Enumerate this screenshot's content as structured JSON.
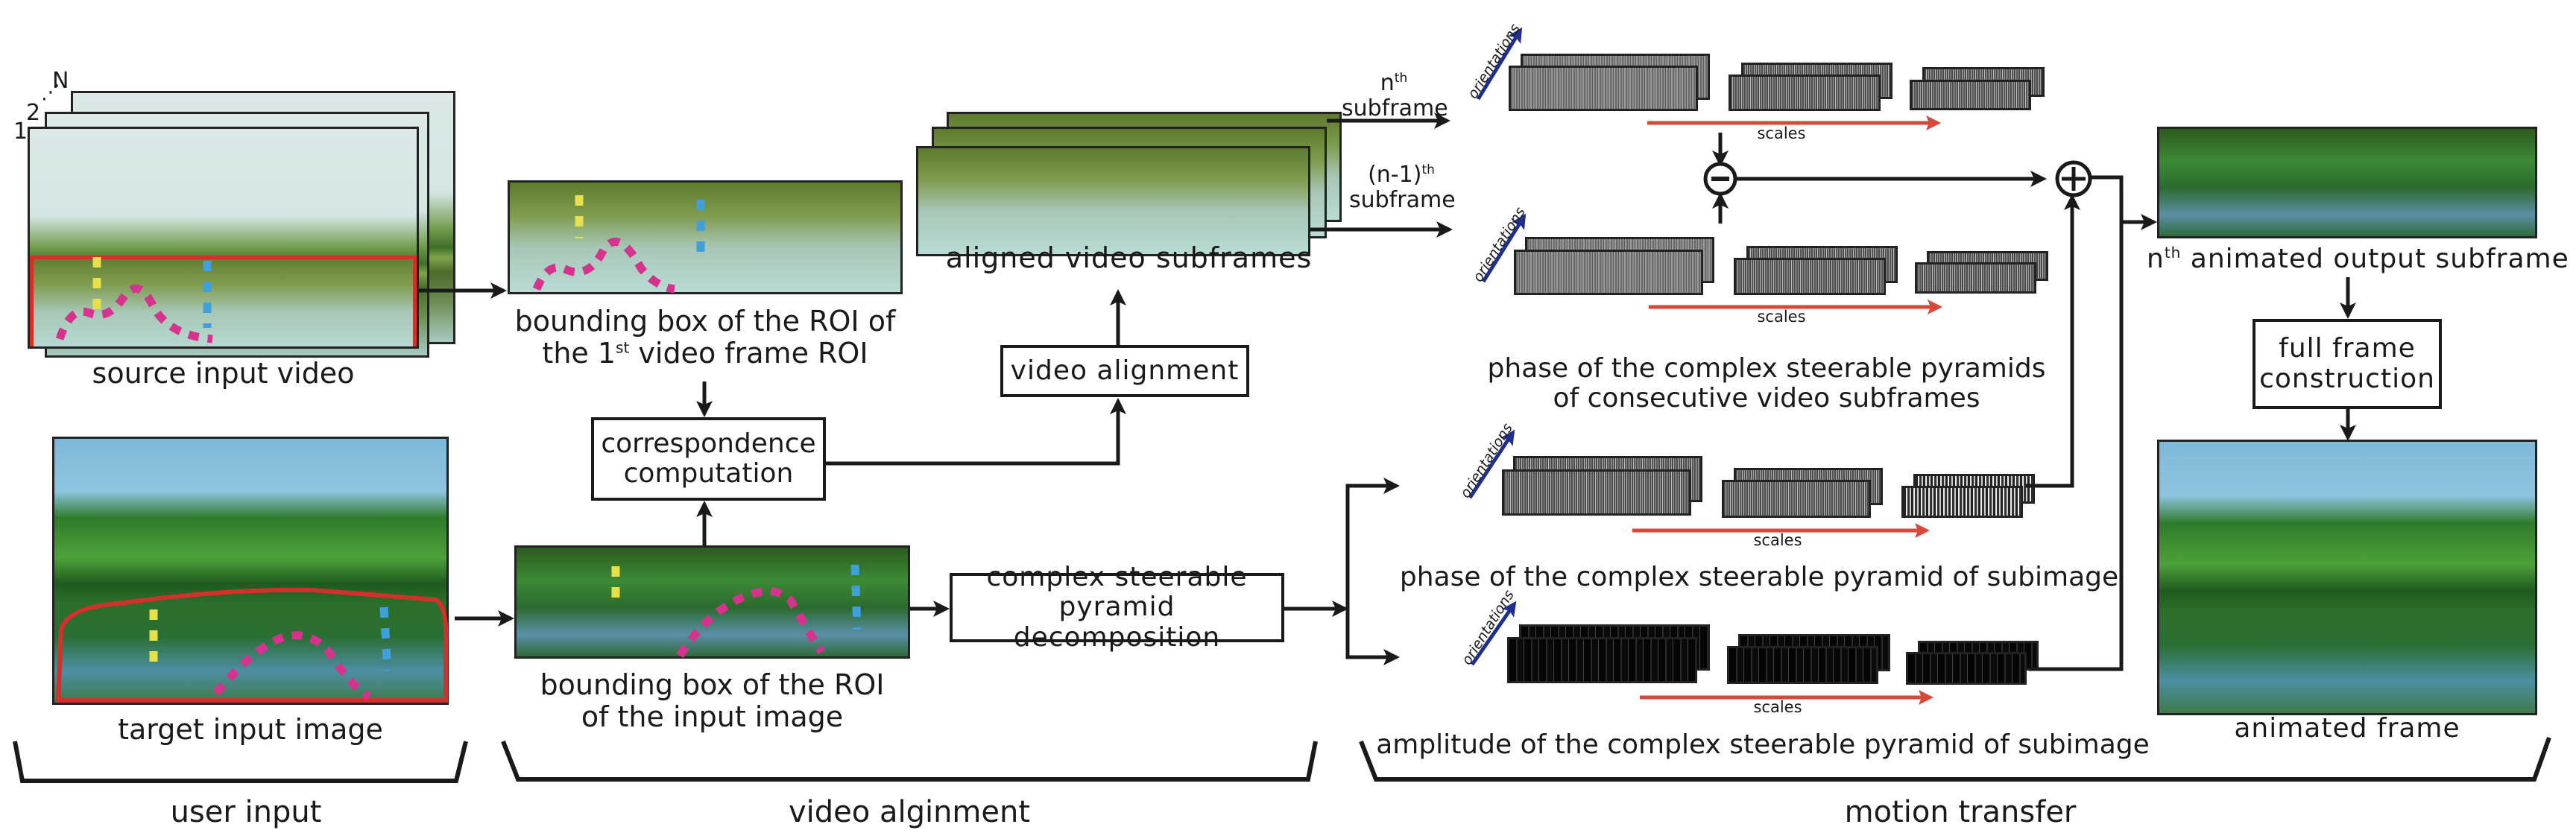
{
  "source_video": {
    "frame_labels": [
      "1",
      "2",
      "N"
    ],
    "caption": "source input video"
  },
  "roi_video": {
    "caption_line1": "bounding box of the ROI of",
    "caption_line2_pre": "the 1",
    "caption_line2_sup": "st",
    "caption_line2_post": " video frame ROI"
  },
  "target_image": {
    "caption": "target input image"
  },
  "roi_image": {
    "caption_line1": "bounding box of the ROI",
    "caption_line2": "of the input image"
  },
  "boxes": {
    "correspondence_line1": "correspondence",
    "correspondence_line2": "computation",
    "video_alignment": "video alignment",
    "csp_line1": "complex steerable",
    "csp_line2": "pyramid decomposition",
    "full_frame_line1": "full frame",
    "full_frame_line2": "construction"
  },
  "aligned": {
    "caption": "aligned video subframes",
    "nth_sup_base": "n",
    "nth_sup": "th",
    "nth_word": "subframe",
    "n1_base": "(n-1)",
    "n1_sup": "th",
    "n1_word": "subframe"
  },
  "pyramids": {
    "orientations_label": "orientations",
    "scales_label": "scales",
    "consecutive_caption_line1": "phase of the complex steerable pyramids",
    "consecutive_caption_line2": "of consecutive video subframes",
    "phase_sub_caption": "phase of the complex steerable pyramid of subimage",
    "amp_sub_caption": "amplitude of the complex steerable pyramid of subimage",
    "minus_symbol": "−",
    "plus_symbol": "+"
  },
  "output": {
    "nth_base": "n",
    "nth_sup": "th",
    "nth_caption": " animated output subframe",
    "animated_caption": "animated frame"
  },
  "sections": {
    "user_input": "user input",
    "video_alignment": "video alginment",
    "motion_transfer": "motion transfer"
  },
  "colors": {
    "roi_outline": "#d4302b",
    "marker_magenta": "#d6338f",
    "marker_yellow": "#e4e14a",
    "marker_blue": "#3fa0dc",
    "orientation_arrow": "#1f2f8f",
    "scales_arrow": "#d9473a"
  }
}
